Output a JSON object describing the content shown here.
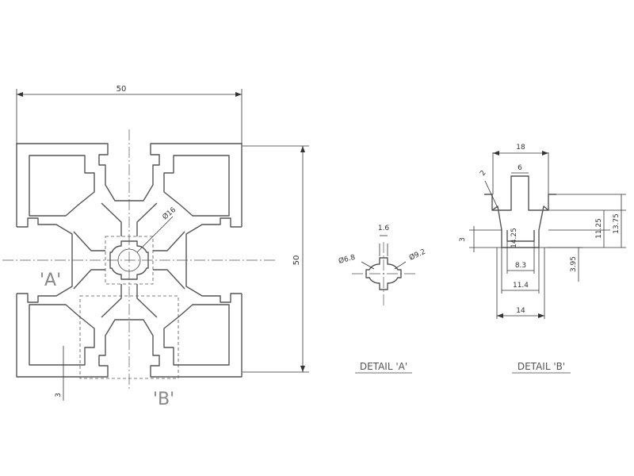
{
  "main_view": {
    "dim_width": "50",
    "dim_height": "50",
    "dim_bore": "Ø16",
    "dim_wall": "3",
    "label_a": "'A'",
    "label_b": "'B'"
  },
  "detail_a": {
    "caption": "DETAIL 'A'",
    "dim_slot": "1.6",
    "dim_inner": "Ø6.8",
    "dim_outer": "Ø9.2"
  },
  "detail_b": {
    "caption": "DETAIL 'B'",
    "dim_top": "18",
    "dim_opening": "6",
    "dim_corner": "2",
    "dim_depth1": "11.25",
    "dim_depth2": "13.75",
    "dim_lip": "3",
    "dim_small": "14.25",
    "dim_inner_w": "8.3",
    "dim_mid_w": "11.4",
    "dim_base_w": "14",
    "dim_side": "3.95"
  }
}
